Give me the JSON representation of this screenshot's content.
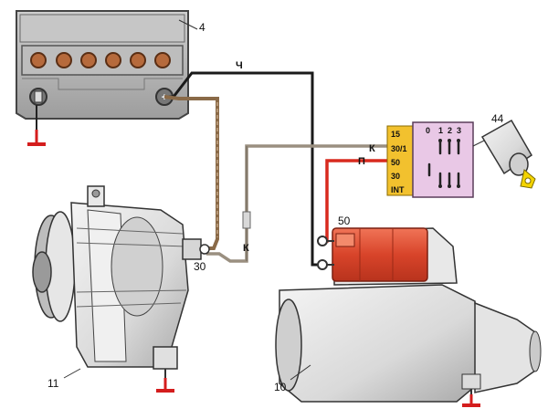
{
  "labels": {
    "battery": "4",
    "alternator": "11",
    "starter": "10",
    "ignition_switch": "44",
    "wire_ch": "Ч",
    "wire_k_top": "К",
    "wire_p": "П",
    "wire_k_mid": "К",
    "terminal_30": "30",
    "terminal_50": "50"
  },
  "switch": {
    "terminals": [
      "15",
      "30/1",
      "50",
      "30",
      "INT"
    ],
    "positions": [
      "0",
      "1",
      "2",
      "3"
    ]
  },
  "colors": {
    "wire_black": "#1a1a1a",
    "wire_brown": "#8a6a48",
    "wire_gray": "#9a8f80",
    "wire_red": "#d82a1e",
    "ground": "#d41d1d",
    "solenoid": "#e2553a",
    "switch_body": "#e9c8e6",
    "switch_tab": "#f2c12e",
    "key_tag": "#f4d400",
    "metal": "#e3e3e3"
  }
}
